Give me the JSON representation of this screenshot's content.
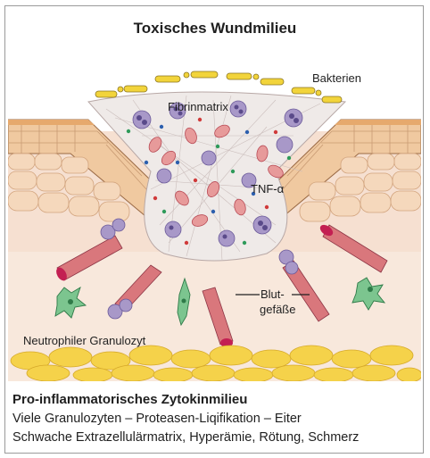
{
  "title": "Toxisches Wundmilieu",
  "labels": {
    "bacteria": "Bakterien",
    "fibrin": "Fibrinmatrix",
    "tnf": "TNF-α",
    "vessels_line1": "Blut-",
    "vessels_line2": "gefäße",
    "neutrophil": "Neutrophiler Granulozyt"
  },
  "caption": {
    "heading": "Pro-inflammatorisches Zytokinmilieu",
    "line1": "Viele Granulozyten – Proteasen-Liqifikation – Eiter",
    "line2": "Schwache Extrazellulärmatrix, Hyperämie, Rötung, Schmerz"
  },
  "colors": {
    "skin": "#f2dcc4",
    "epidermis": "#e8b07a",
    "dermis": "#f7e2d2",
    "vessel": "#d9777c",
    "vessel_end": "#c31f52",
    "neutrophil": "#8a78b8",
    "macrophage": "#5fb37a",
    "fat": "#f5d24a",
    "bacteria": "#f2d43b"
  }
}
